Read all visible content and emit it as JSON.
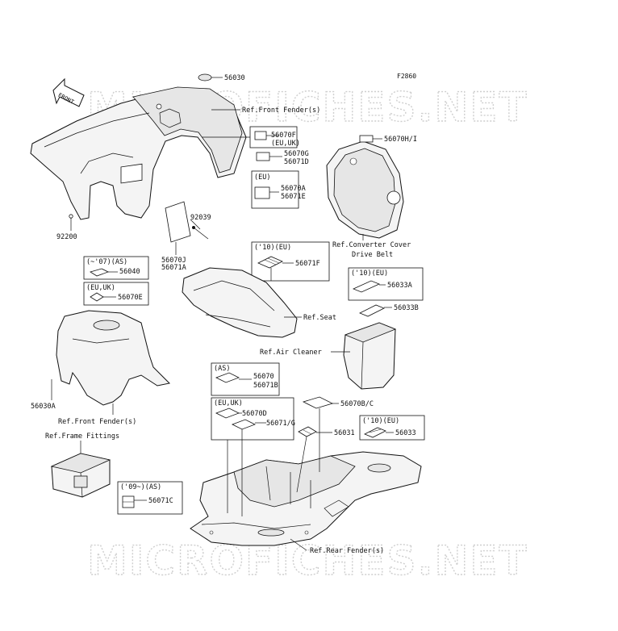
{
  "figure_code": "F2860",
  "watermark": "MICROFICHES.NET",
  "front_arrow": "FRONT",
  "labels": {
    "p56030": "56030",
    "ref_front_fender_top": "Ref.Front Fender(s)",
    "p56070F": "56070F",
    "p56070F_note": "(EU,UK)",
    "p56070G": "56070G",
    "p56071D": "56071D",
    "eu_box_note": "(EU)",
    "p56070A": "56070A",
    "p56071E": "56071E",
    "p56070HI": "56070H/I",
    "p92039": "92039",
    "p92200": "92200",
    "p56070J": "56070J",
    "p56071A": "56071A",
    "ref_converter_cover": "Ref.Converter Cover",
    "drive_belt": "Drive Belt",
    "p07as_note": "(~'07)(AS)",
    "p56040": "56040",
    "p10eu_seat_note": "('10)(EU)",
    "p56071F": "56071F",
    "p10eu_a_note": "('10)(EU)",
    "p56033A": "56033A",
    "euuk_note": "(EU,UK)",
    "p56070E": "56070E",
    "p56033B": "56033B",
    "ref_seat": "Ref.Seat",
    "ref_air_cleaner": "Ref.Air Cleaner",
    "as_box_note": "(AS)",
    "p56070": "56070",
    "p56071B": "56071B",
    "p56030A": "56030A",
    "ref_front_fender_bottom": "Ref.Front Fender(s)",
    "p56070BC": "56070B/C",
    "euuk_box2_note": "(EU,UK)",
    "p56070D": "56070D",
    "p56071G": "56071/G",
    "p10eu_b_note": "('10)(EU)",
    "p56031": "56031",
    "p56033": "56033",
    "ref_frame_fittings": "Ref.Frame Fittings",
    "p09as_note": "('09~)(AS)",
    "p56071C": "56071C",
    "ref_rear_fender": "Ref.Rear Fender(s)"
  }
}
